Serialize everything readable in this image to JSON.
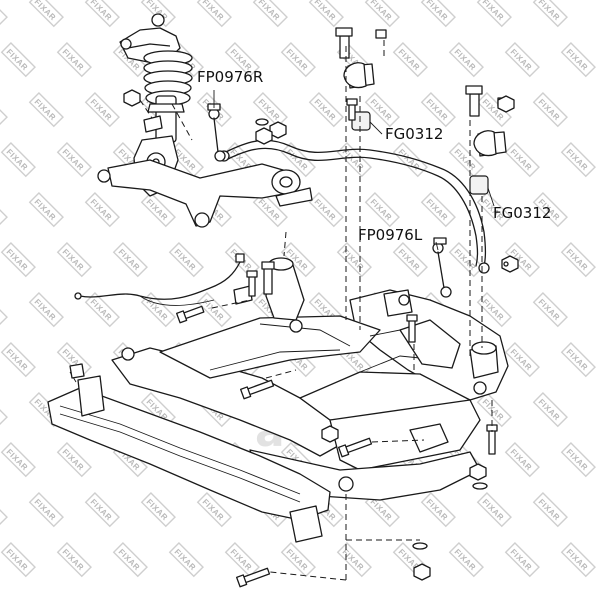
{
  "labels": {
    "fp0976r": "FP0976R",
    "fg0312_upper": "FG0312",
    "fg0312_right": "FG0312",
    "fp0976l": "FP0976L"
  },
  "watermark": {
    "brand": "FIXAR",
    "center_logo": "avco"
  },
  "colors": {
    "line": "#1a1a1a",
    "watermark": "#b9b9b9",
    "background": "#ffffff"
  }
}
